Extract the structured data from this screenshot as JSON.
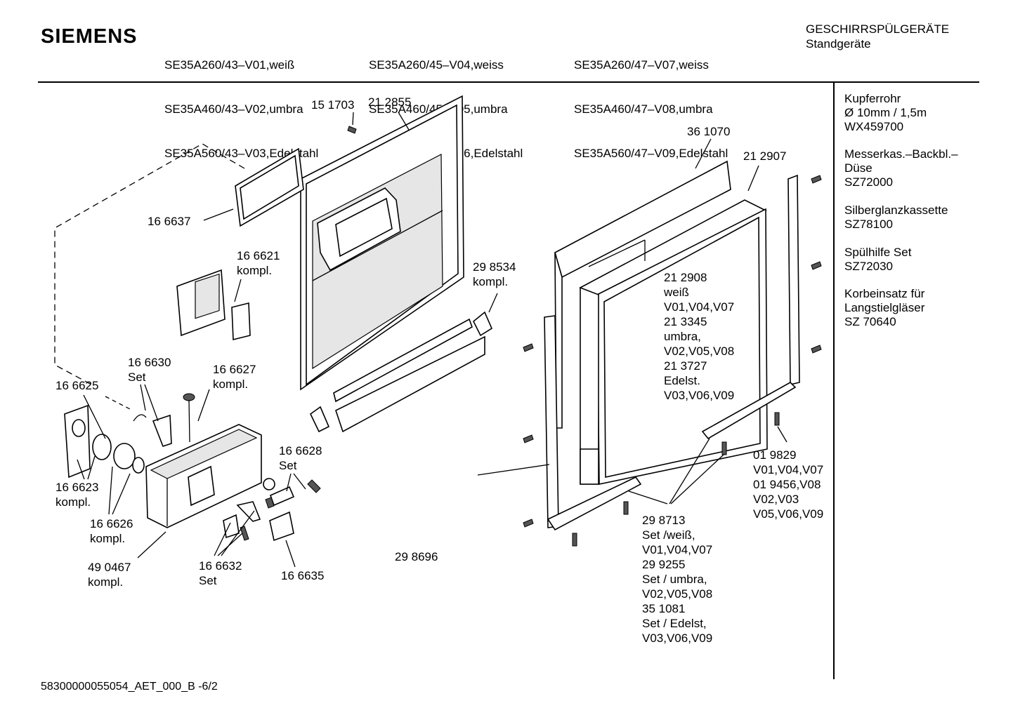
{
  "brand": "SIEMENS",
  "models": [
    [
      "SE35A260/43–V01,weiß",
      "SE35A460/43–V02,umbra",
      "SE35A560/43–V03,Edelstahl"
    ],
    [
      "SE35A260/45–V04,weiss",
      "SE35A460/45–V05,umbra",
      "SE35A560/45–V06,Edelstahl"
    ],
    [
      "SE35A260/47–V07,weiss",
      "SE35A460/47–V08,umbra",
      "SE35A560/47–V09,Edelstahl"
    ]
  ],
  "category": {
    "line1": "GESCHIRRSPÜLGERÄTE",
    "line2": "Standgeräte"
  },
  "accessories": [
    [
      "Kupferrohr",
      "Ø 10mm / 1,5m",
      "WX459700"
    ],
    [
      "Messerkas.–Backbl.–",
      "Düse",
      "SZ72000"
    ],
    [
      "Silberglanzkassette",
      "SZ78100"
    ],
    [
      "Spülhilfe Set",
      "SZ72030"
    ],
    [
      "Korbeinsatz für",
      "Langstielgläser",
      "SZ 70640"
    ]
  ],
  "parts": {
    "p151703": "15 1703",
    "p212855": "21 2855",
    "p361070": "36 1070",
    "p212907": "21 2907",
    "p166637": "16 6637",
    "p166621": [
      "16 6621",
      "kompl."
    ],
    "p298534": [
      "29 8534",
      "kompl."
    ],
    "p212908": [
      "21 2908",
      "weiß",
      "V01,V04,V07",
      "21 3345",
      "umbra,",
      "V02,V05,V08",
      "21 3727",
      "Edelst.",
      "V03,V06,V09"
    ],
    "p166630": [
      "16 6630",
      "Set"
    ],
    "p166627": [
      "16 6627",
      "kompl."
    ],
    "p166625": "16 6625",
    "p166628": [
      "16 6628",
      "Set"
    ],
    "p166623": [
      "16 6623",
      "kompl."
    ],
    "p166626": [
      "16 6626",
      "kompl."
    ],
    "p490467": [
      "49 0467",
      "kompl."
    ],
    "p166632": [
      "16 6632",
      "Set"
    ],
    "p166635": "16 6635",
    "p298696": "29 8696",
    "p019829": [
      "01 9829",
      "V01,V04,V07",
      "01 9456,V08",
      "V02,V03",
      "V05,V06,V09"
    ],
    "p298713": [
      "29 8713",
      "Set /weiß,",
      "V01,V04,V07",
      "29 9255",
      "Set / umbra,",
      "V02,V05,V08",
      "35 1081",
      "Set / Edelst,",
      "V03,V06,V09"
    ]
  },
  "footer": "58300000055054_AET_000_B -6/2"
}
